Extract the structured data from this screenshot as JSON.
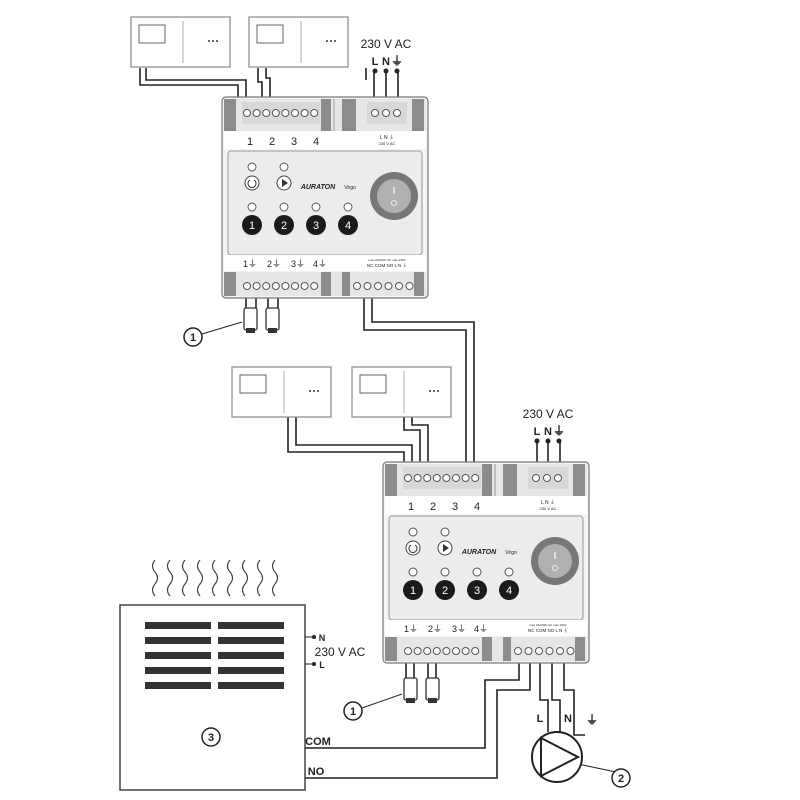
{
  "supply_label": "230 V AC",
  "supply_terminals": {
    "l": "L",
    "n": "N",
    "pe": "⏚"
  },
  "module": {
    "brand": "AURATON",
    "model": "Virgo",
    "zone_numbers": [
      "1",
      "2",
      "3",
      "4"
    ],
    "zone_outputs": [
      "1⏚",
      "2⏚",
      "3⏚",
      "4⏚"
    ],
    "power_terminal_labels": "L  N  ⏚",
    "power_terminal_sub": "230 V AC",
    "relay_terminal_labels": "NC COM NO  L  N  ⏚",
    "relay_terminal_sub": "max 3A/230V AC   max 230V"
  },
  "callouts": {
    "actuator": "1",
    "pump": "2",
    "heater": "3"
  },
  "heater": {
    "n": "N",
    "l": "L",
    "supply": "230 V AC",
    "com": "COM",
    "no": "NO"
  },
  "pump_wires": {
    "l": "L",
    "n": "N",
    "pe": "⏚"
  }
}
